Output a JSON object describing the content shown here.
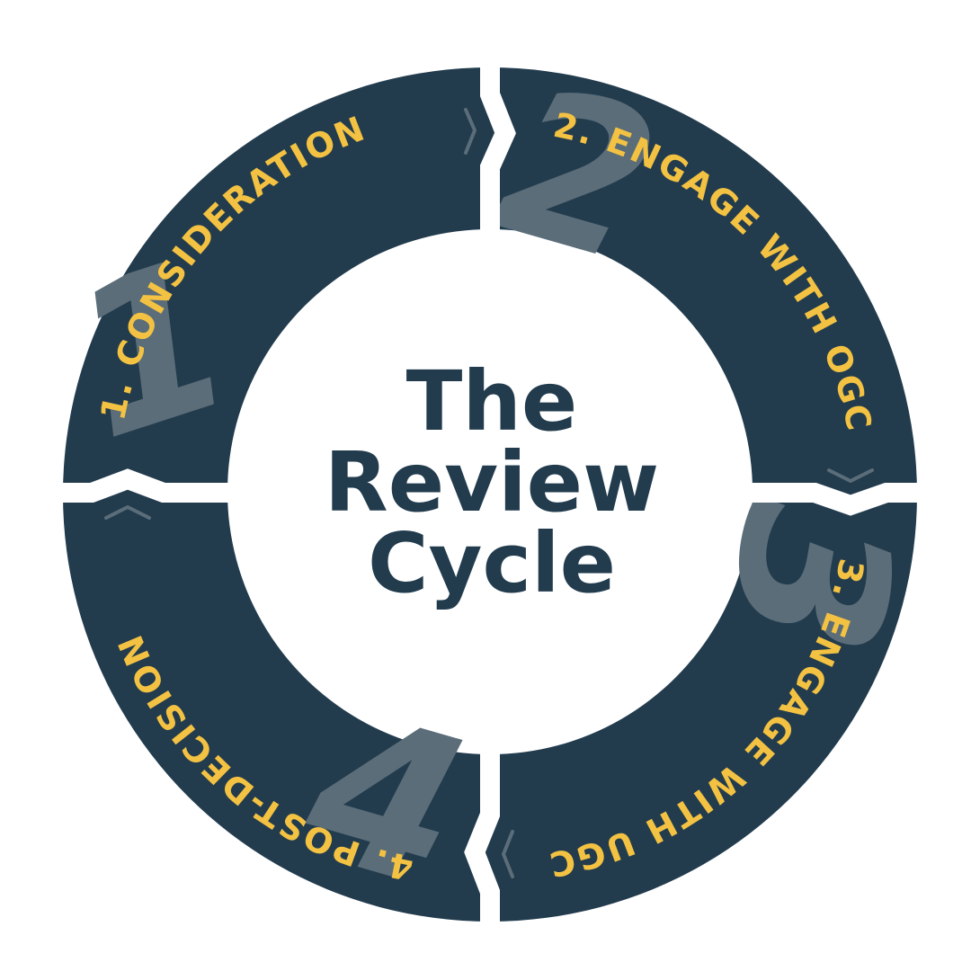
{
  "center": {
    "lines": [
      "The",
      "Review",
      "Cycle"
    ]
  },
  "stages": [
    {
      "number": "1",
      "label": "1. CONSIDERATION"
    },
    {
      "number": "2",
      "label": "2. ENGAGE WITH OGC"
    },
    {
      "number": "3",
      "label": "3. ENGAGE WITH UGC"
    },
    {
      "number": "4",
      "label": "4. POST-DECISION"
    }
  ],
  "colors": {
    "ring": "#223c4e",
    "label": "#f4c242",
    "big_number": "#5b6d79",
    "background": "#ffffff"
  }
}
